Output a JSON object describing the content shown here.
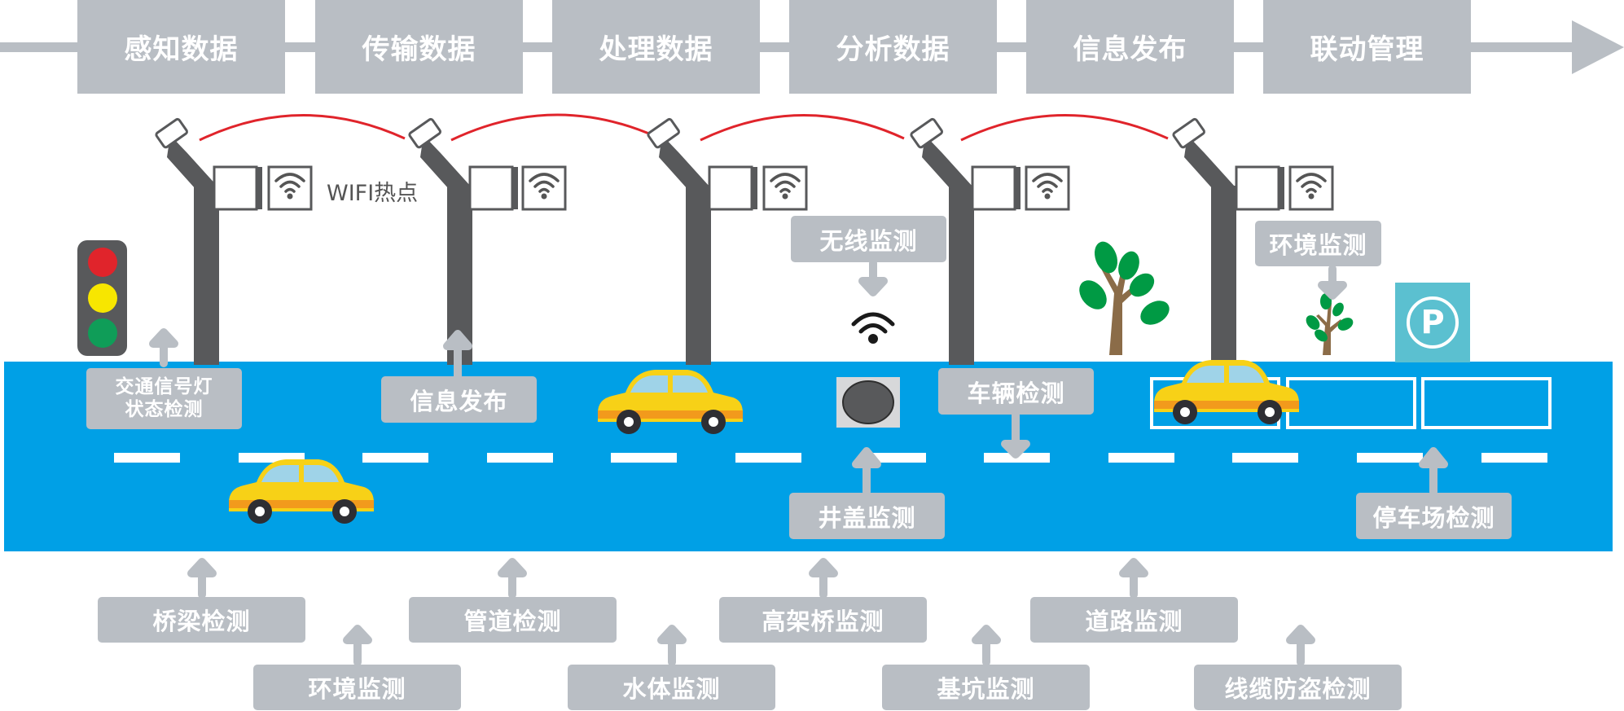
{
  "pipeline": {
    "stages": [
      "感知数据",
      "传输数据",
      "处理数据",
      "分析数据",
      "信息发布",
      "联动管理"
    ]
  },
  "poles": {
    "wifi_label": "WIFI热点"
  },
  "labels": {
    "traffic_signal": "交通信号灯\n状态检测",
    "info_release": "信息发布",
    "wireless": "无线监测",
    "vehicle": "车辆检测",
    "environment_top": "环境监测",
    "manhole": "井盖监测",
    "parking": "停车场检测"
  },
  "bottom_labels": {
    "bridge": "桥梁检测",
    "pipeline": "管道检测",
    "elevated": "高架桥监测",
    "road": "道路监测",
    "environment": "环境监测",
    "water": "水体监测",
    "pit": "基坑监测",
    "cable": "线缆防盗检测"
  },
  "parking_sign": "P",
  "colors": {
    "road": "#00a0e6",
    "label_box": "#b9bec4",
    "pole": "#58595b",
    "link_arc": "#e0242b",
    "car": "#f7d117",
    "parking_sign": "#5bc0d0"
  }
}
